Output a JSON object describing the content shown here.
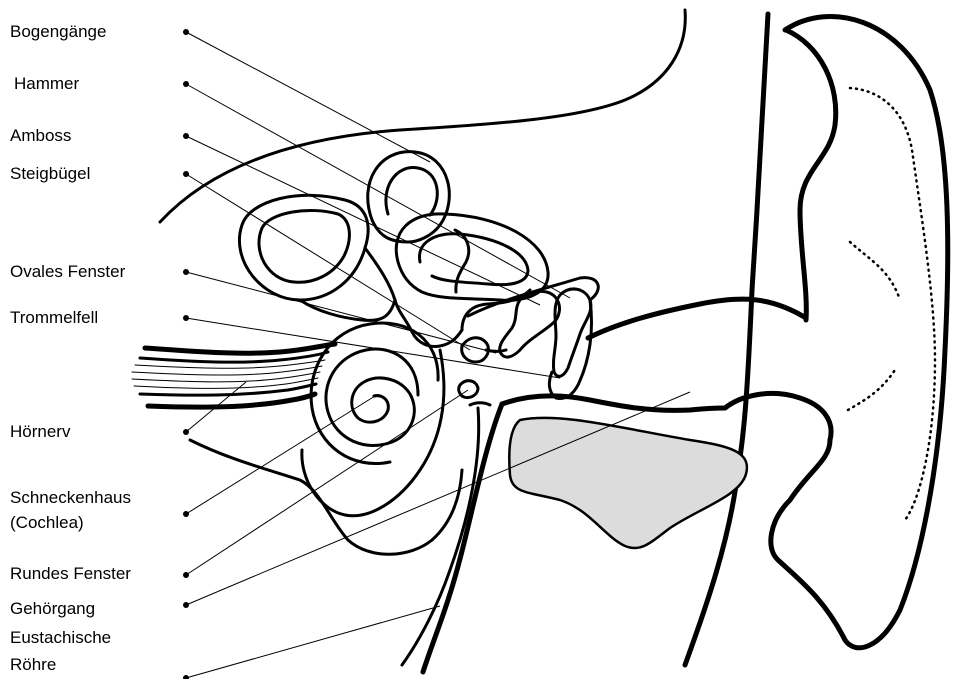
{
  "labels": {
    "semicircular_canals": "Bogengänge",
    "hammer": "Hammer",
    "anvil": "Amboss",
    "stirrup": "Steigbügel",
    "oval_window": "Ovales Fenster",
    "eardrum": "Trommelfell",
    "auditory_nerve": "Hörnerv",
    "cochlea_line1": "Schneckenhaus",
    "cochlea_line2": "(Cochlea)",
    "round_window": "Rundes Fenster",
    "ear_canal": "Gehörgang",
    "eustachian_line1": "Eustachische",
    "eustachian_line2": "Röhre"
  },
  "colors": {
    "ink": "#000000",
    "background": "#ffffff",
    "cavity_fill": "#dcdcdc"
  }
}
